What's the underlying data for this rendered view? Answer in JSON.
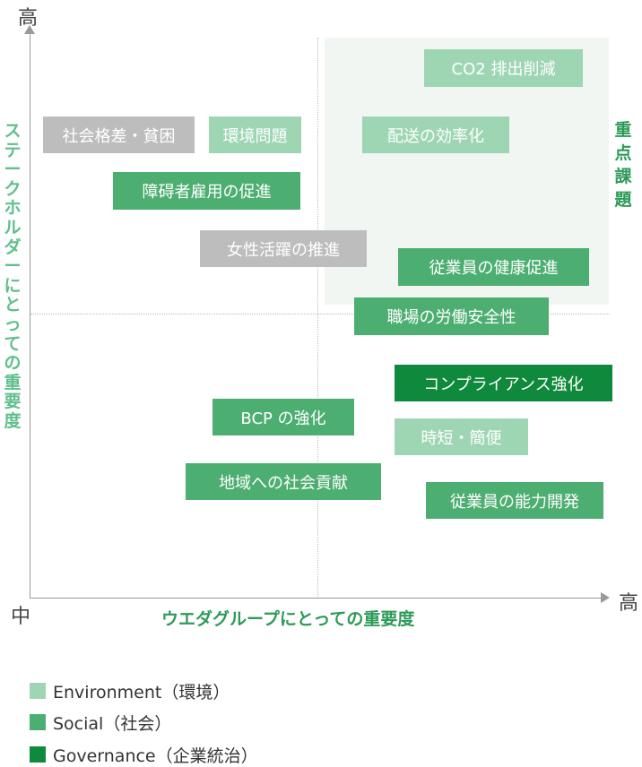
{
  "axes": {
    "y_high": "高",
    "x_high": "高",
    "origin": "中",
    "y_title": "ステークホルダーにとっての重要度",
    "x_title": "ウエダグループにとっての重要度"
  },
  "zone_label": "重点課題",
  "colors": {
    "environment": "#9ed6b4",
    "social": "#4cae70",
    "governance": "#0f8a3c",
    "uncategorized": "#bdbdbd",
    "zone": "#f1f6f3"
  },
  "issues": [
    {
      "label": "CO2 排出削減"
    },
    {
      "label": "社会格差・貧困"
    },
    {
      "label": "環境問題"
    },
    {
      "label": "配送の効率化"
    },
    {
      "label": "障碍者雇用の促進"
    },
    {
      "label": "女性活躍の推進"
    },
    {
      "label": "従業員の健康促進"
    },
    {
      "label": "職場の労働安全性"
    },
    {
      "label": "コンプライアンス強化"
    },
    {
      "label": "BCP の強化"
    },
    {
      "label": "時短・簡便"
    },
    {
      "label": "地域への社会貢献"
    },
    {
      "label": "従業員の能力開発"
    }
  ],
  "legend": [
    {
      "label": "Environment（環境）",
      "color": "#9ed6b4"
    },
    {
      "label": "Social（社会）",
      "color": "#4cae70"
    },
    {
      "label": "Governance（企業統治）",
      "color": "#0f8a3c"
    }
  ]
}
